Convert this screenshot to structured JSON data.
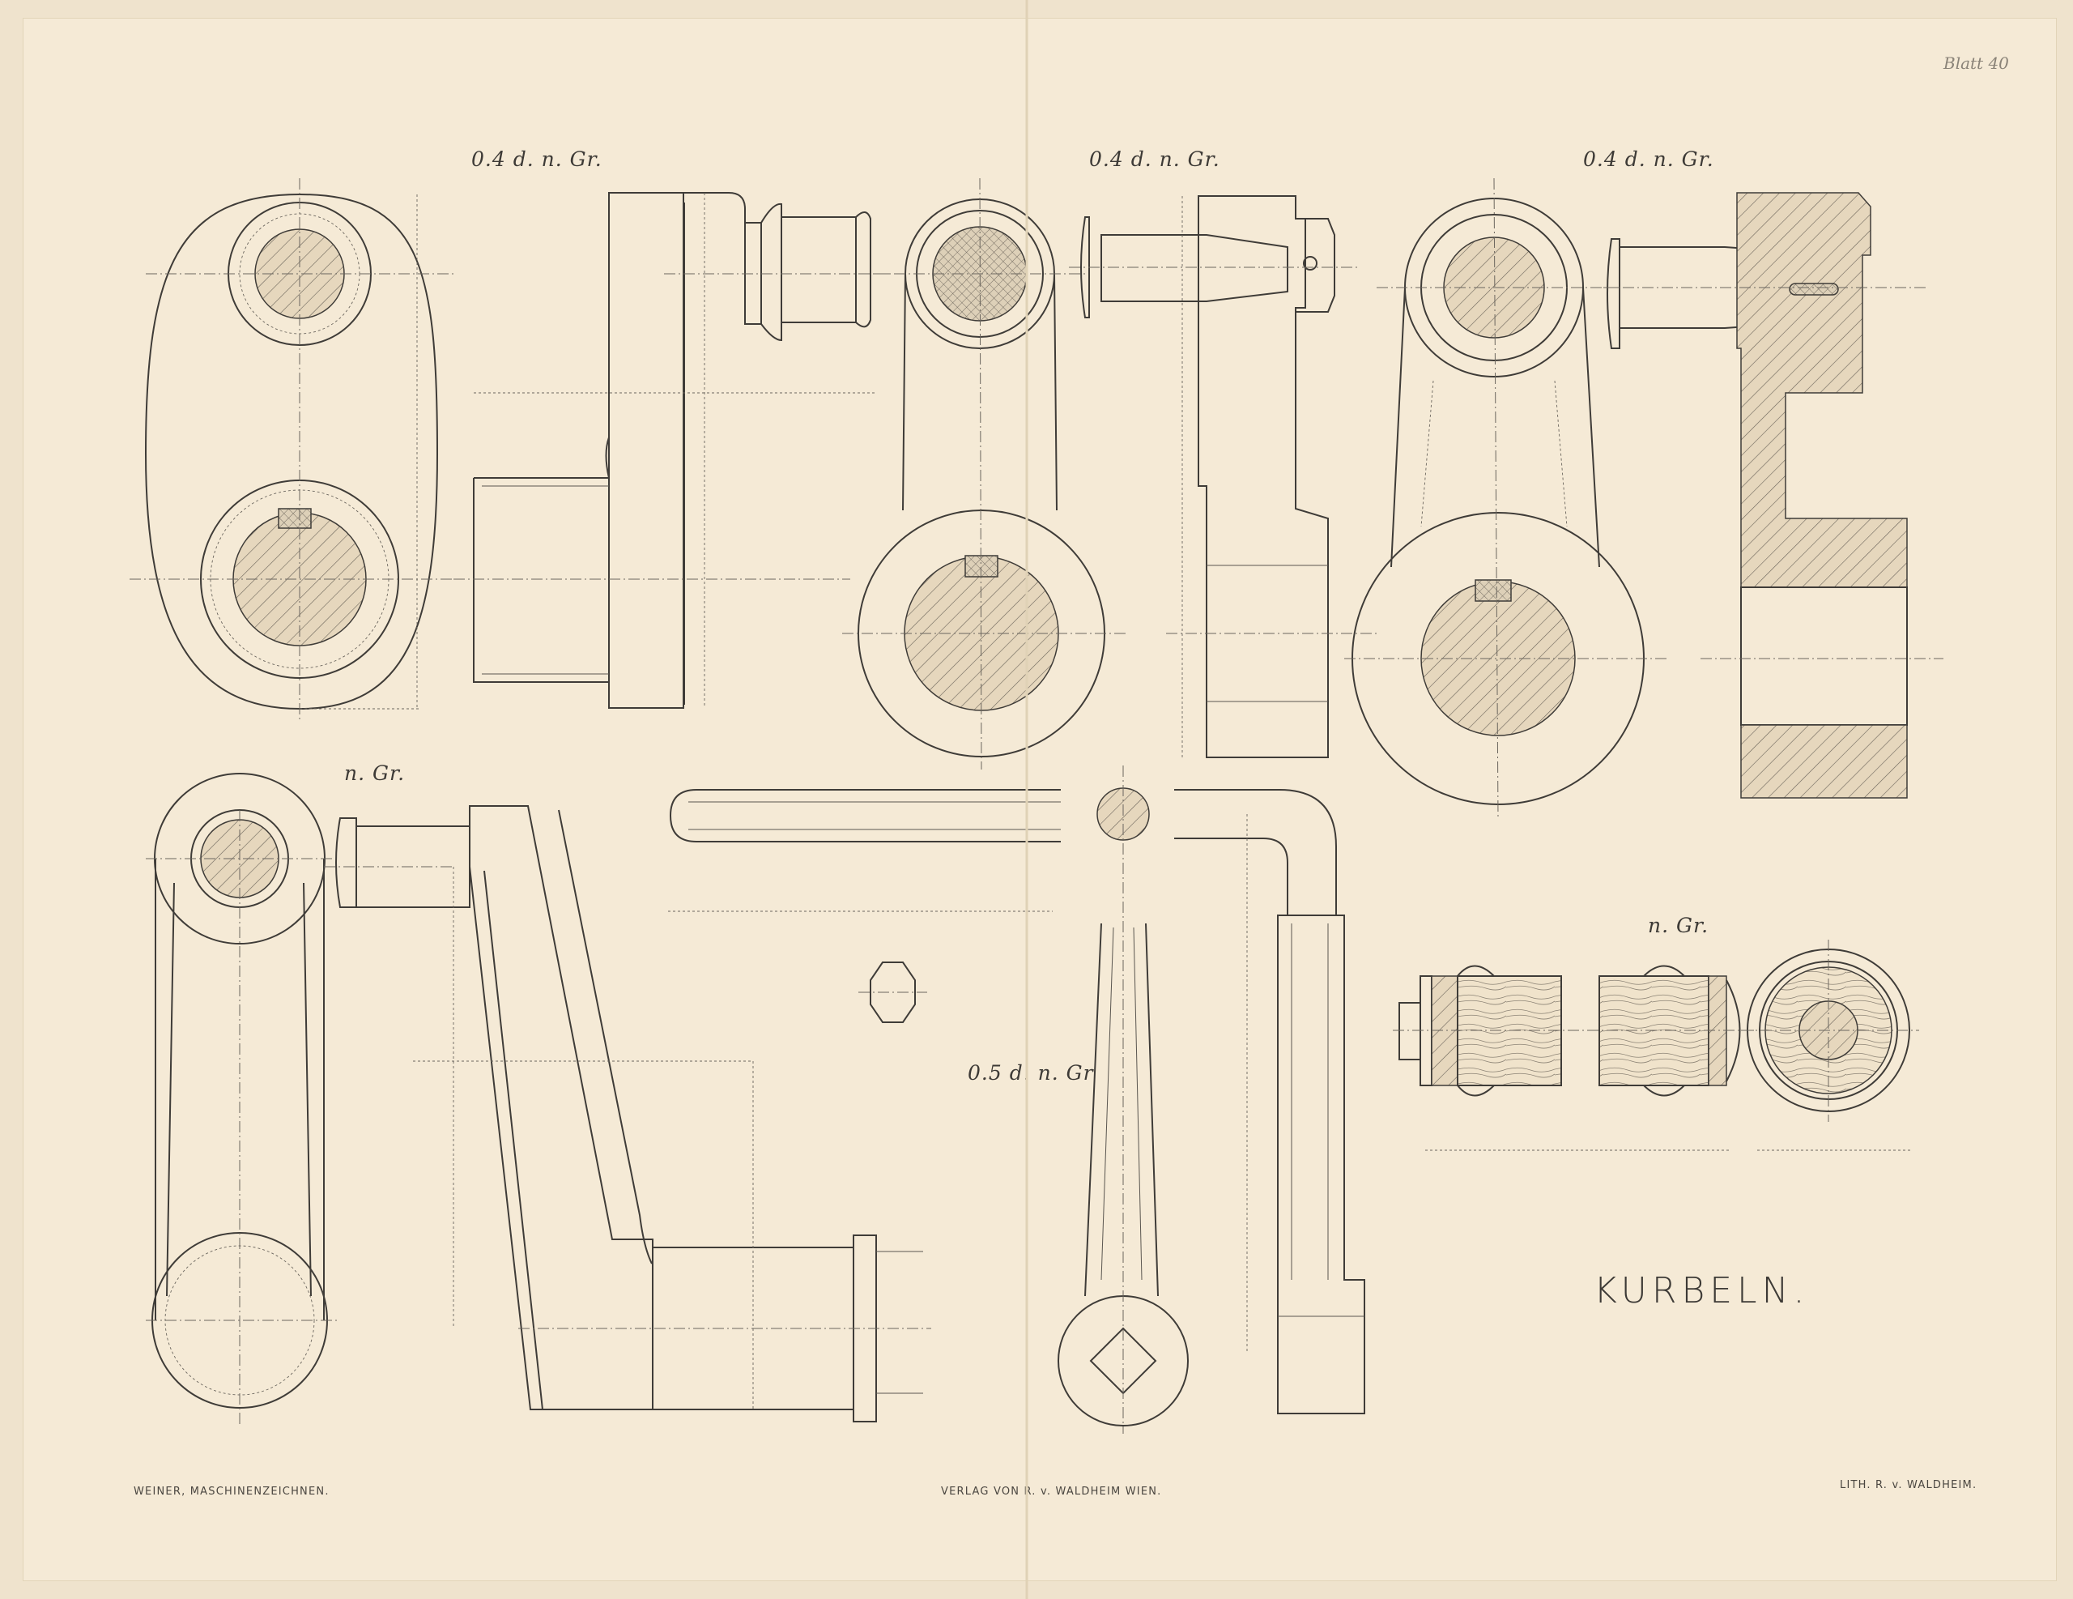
{
  "sheet": {
    "number": "Blatt 40",
    "title": "KURBELN.",
    "footer_left": "WEINER, MASCHINENZEICHNEN.",
    "footer_center": "VERLAG VON R. v. WALDHEIM WIEN.",
    "footer_right": "LITH. R. v. WALDHEIM."
  },
  "scales": {
    "fig1": "0.4 d. n. Gr.",
    "fig2": "0.4 d. n. Gr.",
    "fig3": "0.4 d. n. Gr.",
    "fig4": "n. Gr.",
    "fig5": "0.5 d. n. Gr",
    "fig6": "n. Gr."
  }
}
